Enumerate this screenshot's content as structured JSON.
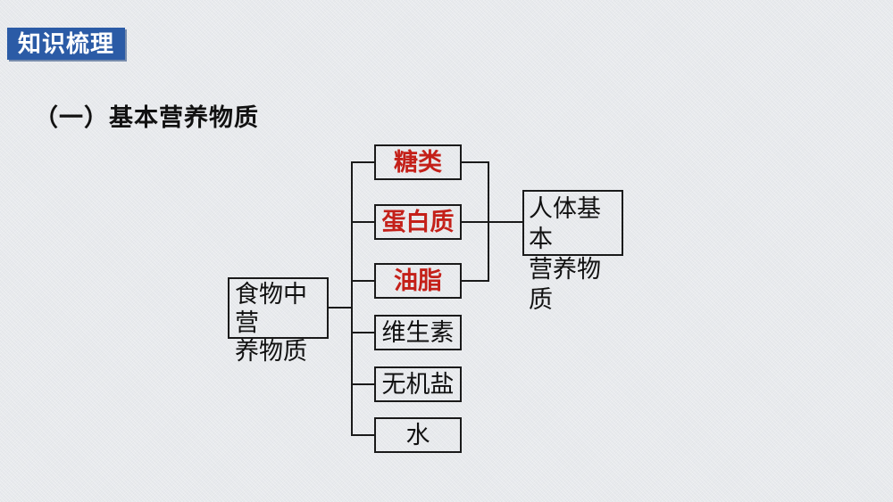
{
  "colors": {
    "background": "#e9ebee",
    "badge_bg": "#2b5ba6",
    "badge_text": "#ffffff",
    "red": "#c42019",
    "line": "#1a1a1a"
  },
  "badge": {
    "label": "知识梳理"
  },
  "title": {
    "label": "（一）基本营养物质"
  },
  "diagram": {
    "source": {
      "line1": "食物中营",
      "line2": "养物质"
    },
    "branches": [
      {
        "label": "糖类"
      },
      {
        "label": "蛋白质"
      },
      {
        "label": "油脂"
      },
      {
        "label": "维生素"
      },
      {
        "label": "无机盐"
      },
      {
        "label": "水"
      }
    ],
    "result": {
      "line1": "人体基本",
      "line2": "营养物质"
    }
  }
}
